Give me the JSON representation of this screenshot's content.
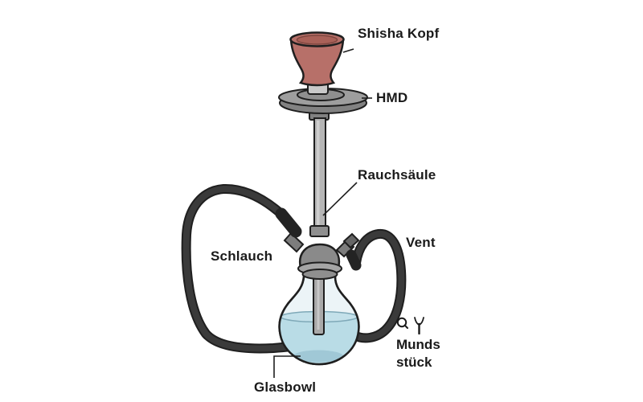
{
  "diagram": {
    "subject_parts_count": 7
  },
  "labels": {
    "shisha_kopf": "Shisha Kopf",
    "hmd": "HMD",
    "rauchsaeule": "Rauchsäule",
    "schlauch": "Schlauch",
    "vent": "Vent",
    "mundstueck_line1": "Munds",
    "mundstueck_line2": "stück",
    "glasbowl": "Glasbowl"
  },
  "icons": {
    "magnifier": "magnifier-q-icon",
    "mouthpiece": "mouthpiece-fork-icon"
  },
  "colors": {
    "background": "#ffffff",
    "outline": "#1f1f1f",
    "label_text": "#1a1a1a",
    "bowl_terracotta": "#b77069",
    "bowl_rim": "#a96158",
    "metal_light": "#c9c9c9",
    "plate_top": "#9e9e9e",
    "plate_inner": "#8f8f8f",
    "plate_bottom": "#828282",
    "stem": "#b5b5b5",
    "stem_adapter": "#818181",
    "valve_body": "#8a8a8a",
    "port": "#7d7d7d",
    "port_cap": "#666666",
    "flange": "#a5a5a5",
    "flange_lower": "#8f8f8f",
    "hose": "#3a3a3a",
    "hose_connector": "#232323",
    "glass": "#ecf4f7",
    "water": "#b9dce6",
    "water_deep": "#a0c8d6",
    "downstem": "#a9a9a9"
  }
}
